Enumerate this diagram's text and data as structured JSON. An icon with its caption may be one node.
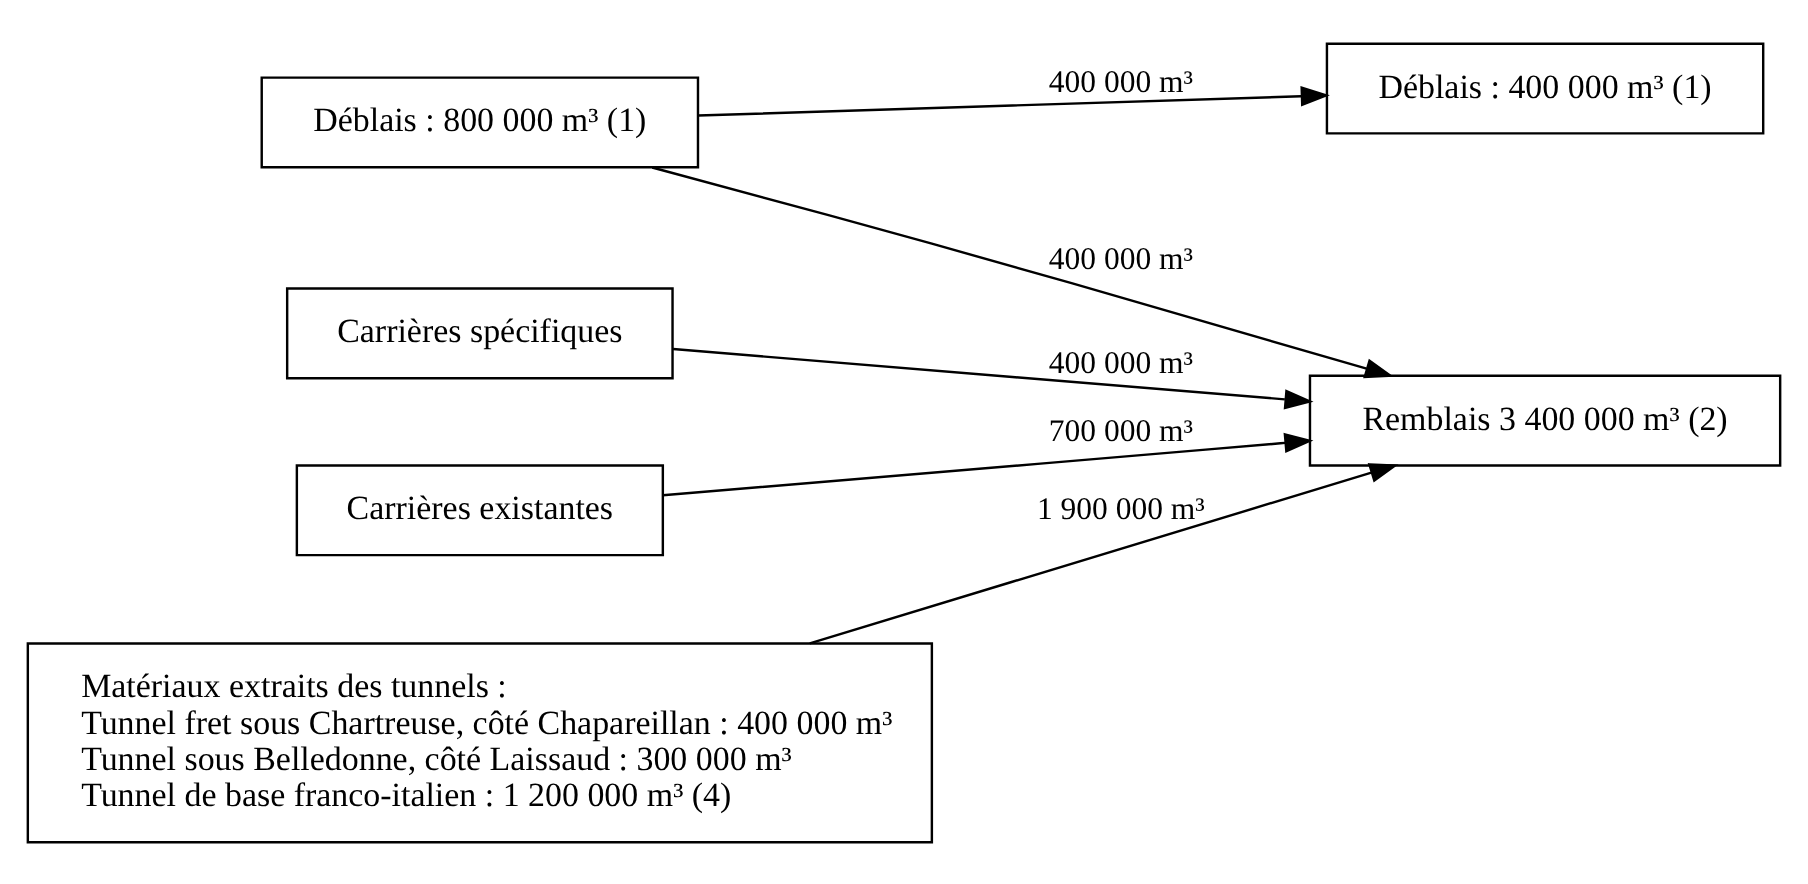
{
  "diagram": {
    "nodes": [
      {
        "text": [
          "Déblais : 800 000 m³ (1)"
        ]
      },
      {
        "text": [
          "Déblais : 400 000 m³ (1)"
        ]
      },
      {
        "text": [
          "Remblais 3 400 000 m³ (2)"
        ]
      },
      {
        "text": [
          "Carrières spécifiques"
        ]
      },
      {
        "text": [
          "Carrières existantes"
        ]
      },
      {
        "text": [
          "Matériaux extraits des tunnels :",
          "Tunnel fret sous Chartreuse, côté Chapareillan : 400 000 m³",
          "Tunnel sous Belledonne, côté Laissaud : 300 000 m³",
          "Tunnel de base franco-italien : 1 200 000 m³ (4)"
        ]
      }
    ],
    "edges": [
      {
        "from": 0,
        "to": 1,
        "arrow": "to",
        "label": "400 000 m³"
      },
      {
        "from": 0,
        "to": 2,
        "arrow": "to",
        "label": "400 000 m³"
      },
      {
        "from": 3,
        "to": 2,
        "arrow": "to",
        "label": "400 000 m³"
      },
      {
        "from": 4,
        "to": 2,
        "arrow": "to",
        "label": "700 000 m³"
      },
      {
        "from": 5,
        "to": 2,
        "arrow": "to",
        "label": "1 900 000 m³"
      }
    ]
  }
}
